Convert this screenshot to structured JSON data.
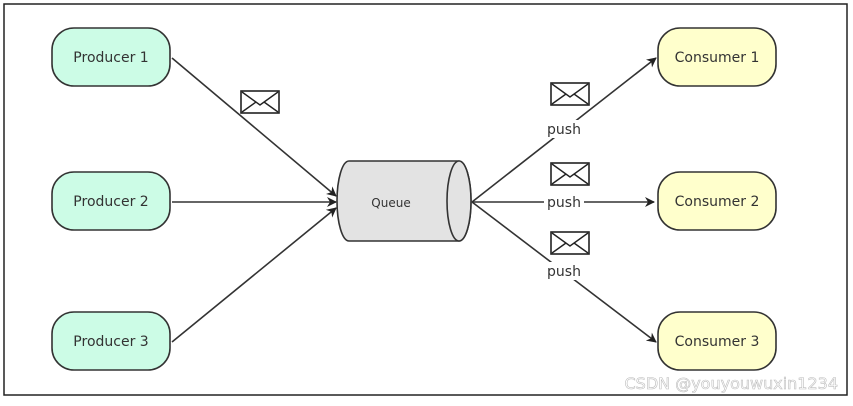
{
  "diagram": {
    "producers": [
      {
        "label": "Producer 1"
      },
      {
        "label": "Producer 2"
      },
      {
        "label": "Producer 3"
      }
    ],
    "queue": {
      "label": "Queue"
    },
    "consumers": [
      {
        "label": "Consumer 1"
      },
      {
        "label": "Consumer 2"
      },
      {
        "label": "Consumer 3"
      }
    ],
    "edge_labels": [
      "push",
      "push",
      "push"
    ],
    "colors": {
      "producer_fill": "#ccfce6",
      "consumer_fill": "#ffffcc",
      "queue_fill": "#e3e3e3",
      "stroke": "#333333"
    },
    "icons": [
      "envelope-icon"
    ]
  },
  "watermark": {
    "text": "CSDN @youyouwuxin1234"
  }
}
